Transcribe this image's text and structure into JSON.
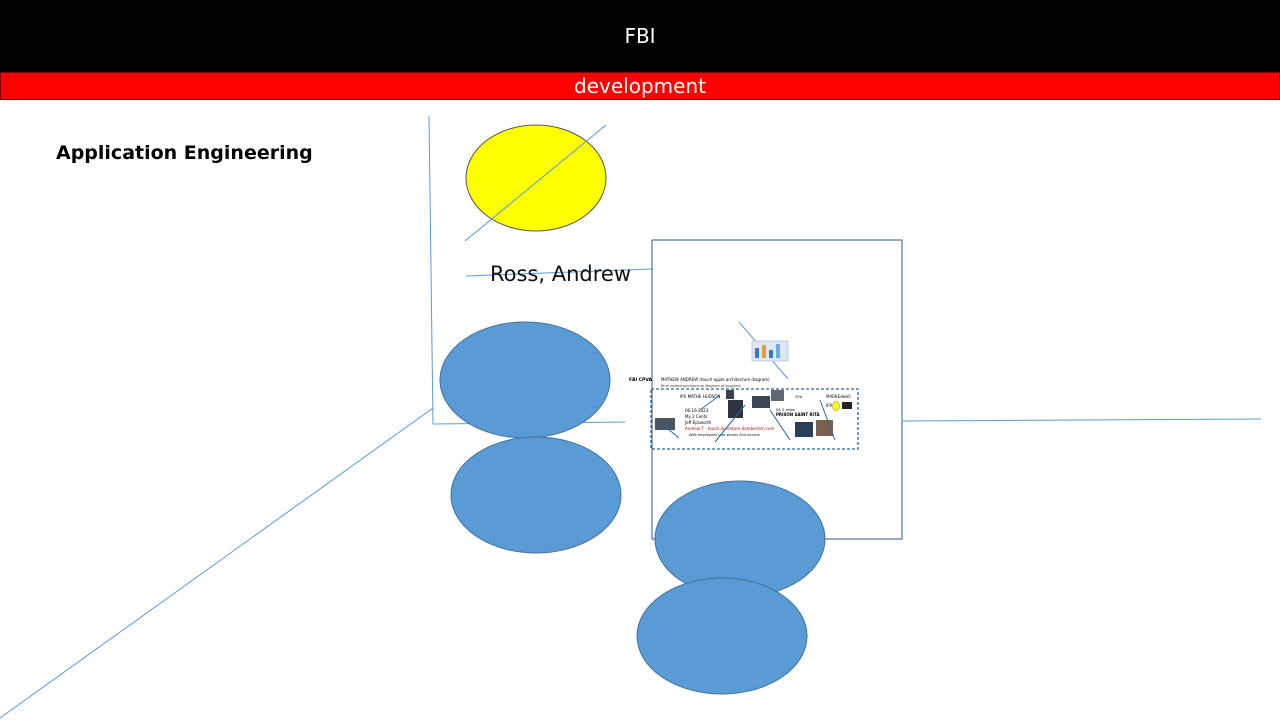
{
  "header": {
    "title": "FBI",
    "subtitle": "development"
  },
  "section": {
    "heading": "Application Engineering"
  },
  "diagram": {
    "person_label": "Ross, Andrew",
    "thumbnail": {
      "tag": "FBI CPVA",
      "line1": "MATHEW ANDREW (touch apple architecture diagram)",
      "line2": "Blue nested architecture diagram of suspects",
      "left_name": "IPX MATHE HUDSON",
      "date": "06-16-2023",
      "cents": "My 2 Cents",
      "person": "Jeff Epsworth",
      "contact": "Andrew T - touch.accenture.damberlam.com",
      "note": "Wife employees ross stones 2nd income",
      "right_name": "MARKEdwell",
      "ipx": "IPX",
      "prison": "PRISON SAINT RITA",
      "small_note": "DC 5 miles",
      "you": "YOU"
    },
    "colors": {
      "yellow": "#ffff00",
      "blue": "#5b9bd5",
      "line": "#5b9bd5",
      "frame": "#2e5a88"
    }
  }
}
